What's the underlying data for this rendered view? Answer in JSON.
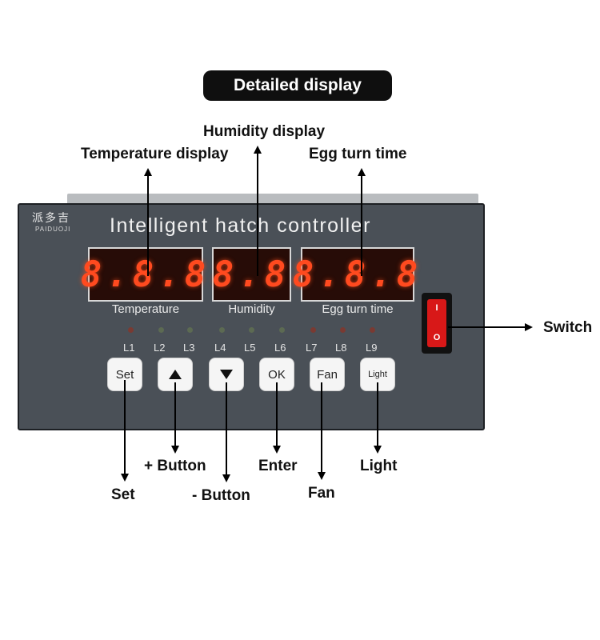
{
  "heading": "Detailed display",
  "callouts": {
    "temperature_display": "Temperature display",
    "humidity_display": "Humidity display",
    "egg_turn_time": "Egg turn time",
    "switch": "Switch",
    "set": "Set",
    "plus_button": "+ Button",
    "minus_button": "- Button",
    "enter": "Enter",
    "fan": "Fan",
    "light": "Light"
  },
  "device": {
    "brand_cn": "派多吉",
    "brand_en": "PAIDUOJI",
    "title": "Intelligent hatch controller",
    "displays": [
      {
        "label": "Temperature",
        "digits": "8.8.8"
      },
      {
        "label": "Humidity",
        "digits": "8.8"
      },
      {
        "label": "Egg turn time",
        "digits": "8.8.8"
      }
    ],
    "indicators": [
      "L1",
      "L2",
      "L3",
      "L4",
      "L5",
      "L6",
      "L7",
      "L8",
      "L9"
    ],
    "buttons": {
      "set": "Set",
      "up_icon": "triangle-up-icon",
      "down_icon": "triangle-down-icon",
      "ok": "OK",
      "fan": "Fan",
      "light": "Light"
    },
    "switch_symbols": {
      "on": "I",
      "off": "O"
    }
  },
  "colors": {
    "panel": "#4a5057",
    "segment": "#ff4a1f",
    "switch_rocker": "#d81818"
  }
}
